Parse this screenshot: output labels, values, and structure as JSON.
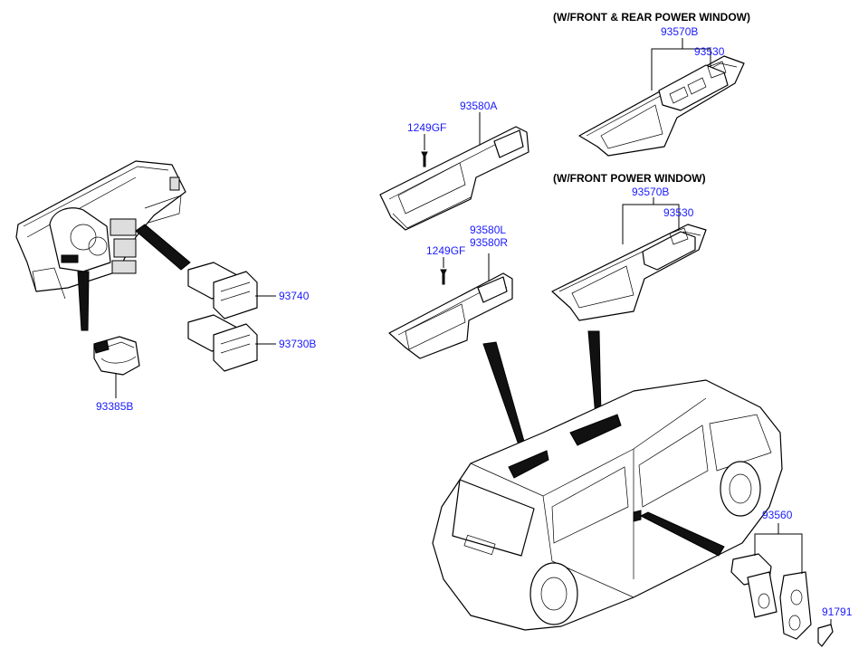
{
  "headers": {
    "front_rear": "(W/FRONT & REAR POWER WINDOW)",
    "front_only": "(W/FRONT POWER WINDOW)"
  },
  "labels": {
    "p93570B_top": "93570B",
    "p93530_top": "93530",
    "p93580A": "93580A",
    "p1249GF_a": "1249GF",
    "p93570B_mid": "93570B",
    "p93530_mid": "93530",
    "p93580L": "93580L",
    "p93580R": "93580R",
    "p1249GF_b": "1249GF",
    "p93740": "93740",
    "p93730B": "93730B",
    "p93385B": "93385B",
    "p93560": "93560",
    "p91791": "91791"
  },
  "colors": {
    "label": "#1a1aff",
    "header": "#000000",
    "line": "#000000"
  }
}
